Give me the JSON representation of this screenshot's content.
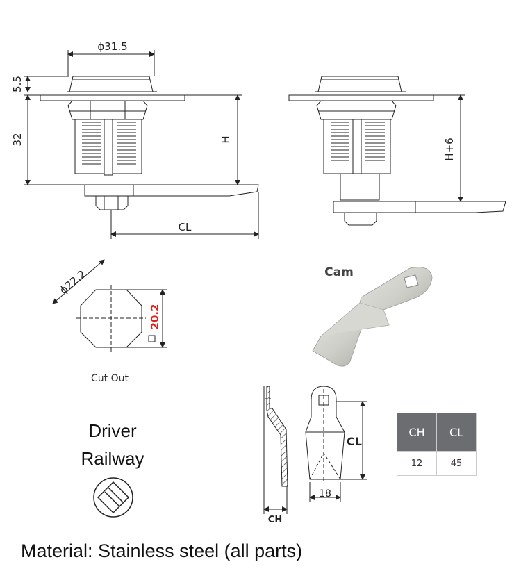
{
  "dimensions": {
    "diameter_top": "ϕ31.5",
    "height_top": "5.5",
    "height_body": "32",
    "height_h": "H",
    "height_h6": "H+6",
    "cam_length": "CL",
    "cutout_diameter": "ϕ22.2",
    "cutout_width": "20.2"
  },
  "cam_label": "Cam",
  "cutout_label": "Cut Out",
  "driver": {
    "line1": "Driver",
    "line2": "Railway"
  },
  "cam_drawing": {
    "ch_label": "CH",
    "cl_label": "CL",
    "width_label": "18"
  },
  "spec_table": {
    "headers": [
      "CH",
      "CL"
    ],
    "rows": [
      [
        "12",
        "45"
      ]
    ]
  },
  "material": "Material: Stainless steel (all parts)",
  "colors": {
    "accent_red": "#e0201a",
    "table_header": "#6b6d70"
  }
}
